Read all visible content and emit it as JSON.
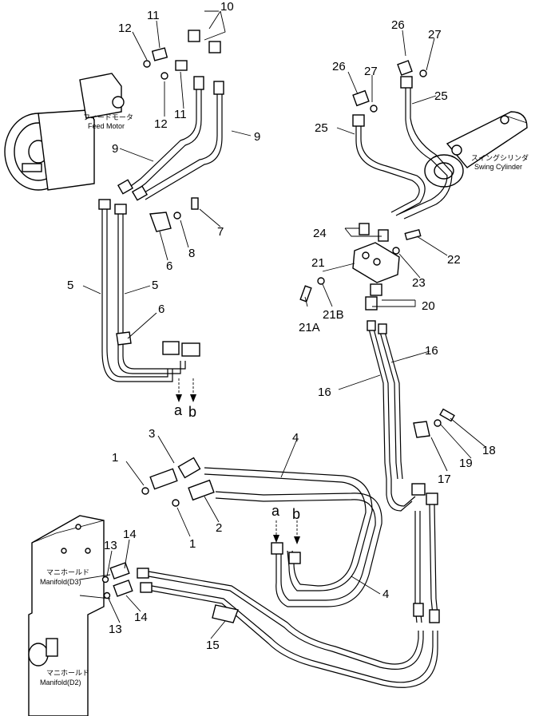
{
  "callouts": [
    {
      "key": "c1a",
      "text": "1"
    },
    {
      "key": "c1b",
      "text": "1"
    },
    {
      "key": "c2",
      "text": "2"
    },
    {
      "key": "c3",
      "text": "3"
    },
    {
      "key": "c4a",
      "text": "4"
    },
    {
      "key": "c4b",
      "text": "4"
    },
    {
      "key": "c5a",
      "text": "5"
    },
    {
      "key": "c5b",
      "text": "5"
    },
    {
      "key": "c6a",
      "text": "6"
    },
    {
      "key": "c6b",
      "text": "6"
    },
    {
      "key": "c7",
      "text": "7"
    },
    {
      "key": "c8",
      "text": "8"
    },
    {
      "key": "c9a",
      "text": "9"
    },
    {
      "key": "c9b",
      "text": "9"
    },
    {
      "key": "c10",
      "text": "10"
    },
    {
      "key": "c11a",
      "text": "11"
    },
    {
      "key": "c11b",
      "text": "11"
    },
    {
      "key": "c12a",
      "text": "12"
    },
    {
      "key": "c12b",
      "text": "12"
    },
    {
      "key": "c13a",
      "text": "13"
    },
    {
      "key": "c13b",
      "text": "13"
    },
    {
      "key": "c14a",
      "text": "14"
    },
    {
      "key": "c14b",
      "text": "14"
    },
    {
      "key": "c15",
      "text": "15"
    },
    {
      "key": "c16a",
      "text": "16"
    },
    {
      "key": "c16b",
      "text": "16"
    },
    {
      "key": "c17",
      "text": "17"
    },
    {
      "key": "c18",
      "text": "18"
    },
    {
      "key": "c19",
      "text": "19"
    },
    {
      "key": "c20",
      "text": "20"
    },
    {
      "key": "c21",
      "text": "21"
    },
    {
      "key": "c21a",
      "text": "21A"
    },
    {
      "key": "c21b",
      "text": "21B"
    },
    {
      "key": "c22",
      "text": "22"
    },
    {
      "key": "c23",
      "text": "23"
    },
    {
      "key": "c24",
      "text": "24"
    },
    {
      "key": "c25a",
      "text": "25"
    },
    {
      "key": "c25b",
      "text": "25"
    },
    {
      "key": "c26a",
      "text": "26"
    },
    {
      "key": "c26b",
      "text": "26"
    },
    {
      "key": "c27a",
      "text": "27"
    },
    {
      "key": "c27b",
      "text": "27"
    }
  ],
  "component_labels": {
    "feed_motor_jp": "フィードモータ",
    "feed_motor_en": "Feed Motor",
    "swing_cylinder_jp": "スイングシリンダ",
    "swing_cylinder_en": "Swing Cylinder",
    "manifold_d3_jp": "マニホールド",
    "manifold_d3_en": "Manifold(D3)",
    "manifold_d2_jp": "マニホールド",
    "manifold_d2_en": "Manifold(D2)"
  },
  "connection_marks": {
    "upper_a": "a",
    "upper_b": "b",
    "lower_a": "a",
    "lower_b": "b"
  }
}
